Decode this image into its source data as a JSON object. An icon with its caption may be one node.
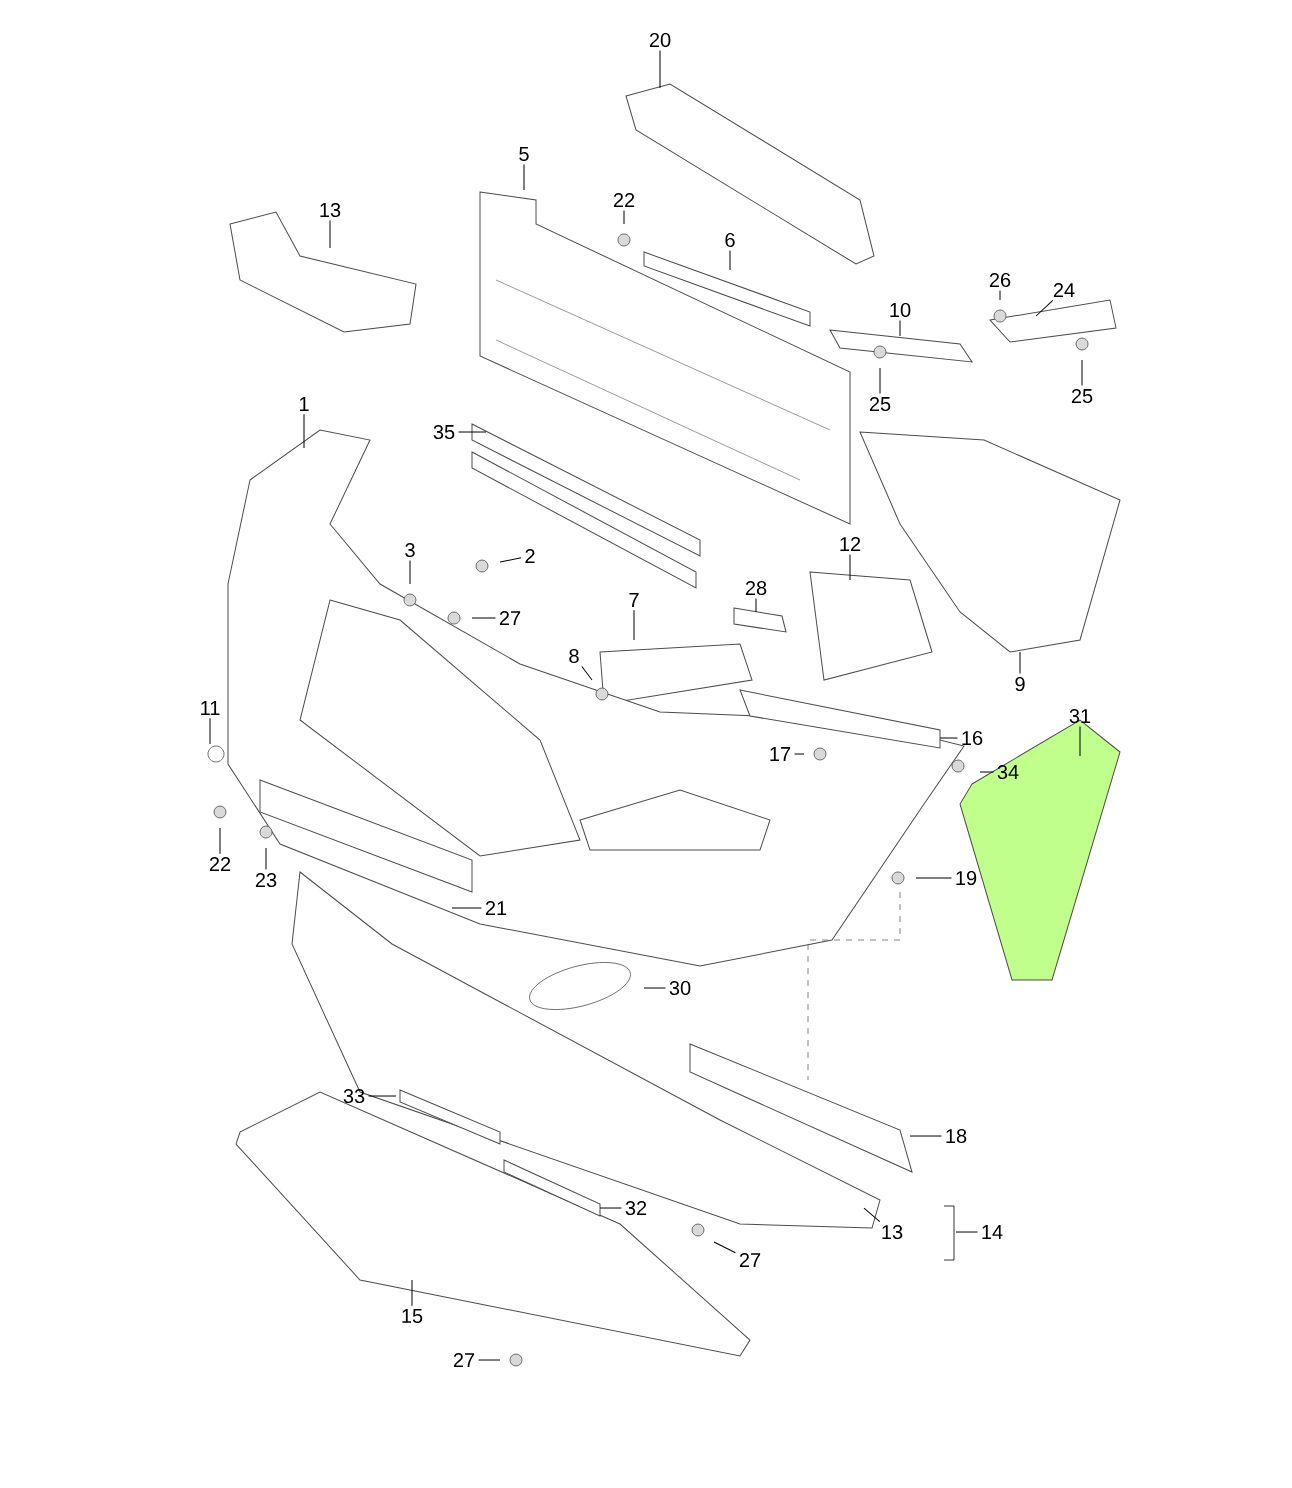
{
  "diagram": {
    "nodes": [
      {
        "text": [
          "20"
        ]
      },
      {
        "text": [
          "13"
        ]
      },
      {
        "text": [
          "5"
        ]
      },
      {
        "text": [
          "22"
        ]
      },
      {
        "text": [
          "6"
        ]
      },
      {
        "text": [
          "26"
        ]
      },
      {
        "text": [
          "24"
        ]
      },
      {
        "text": [
          "10"
        ]
      },
      {
        "text": [
          "25"
        ]
      },
      {
        "text": [
          "25"
        ]
      },
      {
        "text": [
          "1"
        ]
      },
      {
        "text": [
          "35"
        ]
      },
      {
        "text": [
          "3"
        ]
      },
      {
        "text": [
          "2"
        ]
      },
      {
        "text": [
          "12"
        ]
      },
      {
        "text": [
          "27"
        ]
      },
      {
        "text": [
          "28"
        ]
      },
      {
        "text": [
          "7"
        ]
      },
      {
        "text": [
          "8"
        ]
      },
      {
        "text": [
          "9"
        ]
      },
      {
        "text": [
          "11"
        ]
      },
      {
        "text": [
          "16"
        ]
      },
      {
        "text": [
          "31"
        ]
      },
      {
        "text": [
          "17"
        ]
      },
      {
        "text": [
          "34"
        ]
      },
      {
        "text": [
          "22"
        ]
      },
      {
        "text": [
          "23"
        ]
      },
      {
        "text": [
          "19"
        ]
      },
      {
        "text": [
          "21"
        ]
      },
      {
        "text": [
          "30"
        ]
      },
      {
        "text": [
          "33"
        ]
      },
      {
        "text": [
          "18"
        ]
      },
      {
        "text": [
          "32"
        ]
      },
      {
        "text": [
          "13"
        ]
      },
      {
        "text": [
          "14"
        ]
      },
      {
        "text": [
          "27"
        ]
      },
      {
        "text": [
          "15"
        ]
      },
      {
        "text": [
          "27"
        ]
      }
    ],
    "edges": [
      {
        "from": 0,
        "to": null,
        "arrow": "none"
      },
      {
        "from": 1,
        "to": null,
        "arrow": "none"
      },
      {
        "from": 2,
        "to": null,
        "arrow": "none"
      },
      {
        "from": 3,
        "to": null,
        "arrow": "none"
      },
      {
        "from": 4,
        "to": null,
        "arrow": "none"
      },
      {
        "from": 5,
        "to": null,
        "arrow": "none"
      },
      {
        "from": 6,
        "to": null,
        "arrow": "none"
      },
      {
        "from": 7,
        "to": null,
        "arrow": "none"
      },
      {
        "from": 8,
        "to": null,
        "arrow": "none"
      },
      {
        "from": 9,
        "to": null,
        "arrow": "none"
      },
      {
        "from": 10,
        "to": null,
        "arrow": "none"
      },
      {
        "from": 11,
        "to": null,
        "arrow": "none"
      },
      {
        "from": 12,
        "to": null,
        "arrow": "none"
      },
      {
        "from": 13,
        "to": null,
        "arrow": "none"
      },
      {
        "from": 14,
        "to": null,
        "arrow": "none"
      },
      {
        "from": 15,
        "to": null,
        "arrow": "none"
      },
      {
        "from": 16,
        "to": null,
        "arrow": "none"
      },
      {
        "from": 17,
        "to": null,
        "arrow": "none"
      },
      {
        "from": 18,
        "to": null,
        "arrow": "none"
      },
      {
        "from": 19,
        "to": null,
        "arrow": "none"
      },
      {
        "from": 20,
        "to": null,
        "arrow": "none"
      },
      {
        "from": 21,
        "to": null,
        "arrow": "none"
      },
      {
        "from": 22,
        "to": null,
        "arrow": "none"
      },
      {
        "from": 23,
        "to": null,
        "arrow": "none"
      },
      {
        "from": 24,
        "to": null,
        "arrow": "none"
      },
      {
        "from": 25,
        "to": null,
        "arrow": "none"
      },
      {
        "from": 26,
        "to": null,
        "arrow": "none"
      },
      {
        "from": 27,
        "to": null,
        "arrow": "none"
      },
      {
        "from": 28,
        "to": null,
        "arrow": "none"
      },
      {
        "from": 29,
        "to": null,
        "arrow": "none"
      },
      {
        "from": 30,
        "to": null,
        "arrow": "none"
      },
      {
        "from": 31,
        "to": null,
        "arrow": "none"
      },
      {
        "from": 32,
        "to": null,
        "arrow": "none"
      },
      {
        "from": 33,
        "to": null,
        "arrow": "none"
      },
      {
        "from": 34,
        "to": null,
        "arrow": "none"
      },
      {
        "from": 35,
        "to": null,
        "arrow": "none"
      },
      {
        "from": 36,
        "to": null,
        "arrow": "none"
      },
      {
        "from": 37,
        "to": null,
        "arrow": "none"
      }
    ]
  }
}
